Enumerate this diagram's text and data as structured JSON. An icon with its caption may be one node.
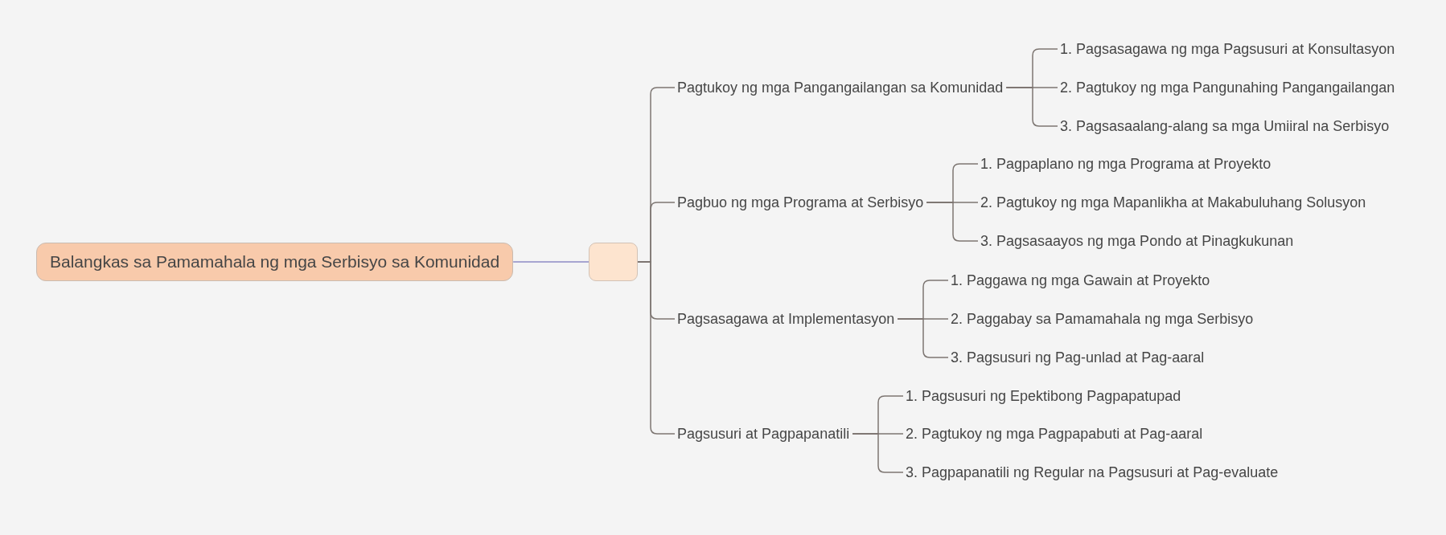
{
  "diagram": {
    "nodes": [
      {
        "text": [
          "Balangkas sa Pamamahala ng mga Serbisyo sa Komunidad"
        ]
      },
      {
        "text": [],
        "shape": "box"
      },
      {
        "text": [
          "Pagtukoy ng mga Pangangailangan sa Komunidad"
        ]
      },
      {
        "text": [
          "1. Pagsasagawa ng mga Pagsusuri at Konsultasyon"
        ]
      },
      {
        "text": [
          "2. Pagtukoy ng mga Pangunahing Pangangailangan"
        ]
      },
      {
        "text": [
          "3. Pagsasaalang-alang sa mga Umiiral na Serbisyo"
        ]
      },
      {
        "text": [
          "Pagbuo ng mga Programa at Serbisyo"
        ]
      },
      {
        "text": [
          "1. Pagpaplano ng mga Programa at Proyekto"
        ]
      },
      {
        "text": [
          "2. Pagtukoy ng mga Mapanlikha at Makabuluhang Solusyon"
        ]
      },
      {
        "text": [
          "3. Pagsasaayos ng mga Pondo at Pinagkukunan"
        ]
      },
      {
        "text": [
          "Pagsasagawa at Implementasyon"
        ]
      },
      {
        "text": [
          "1. Paggawa ng mga Gawain at Proyekto"
        ]
      },
      {
        "text": [
          "2. Paggabay sa Pamamahala ng mga Serbisyo"
        ]
      },
      {
        "text": [
          "3. Pagsusuri ng Pag-unlad at Pag-aaral"
        ]
      },
      {
        "text": [
          "Pagsusuri at Pagpapanatili"
        ]
      },
      {
        "text": [
          "1. Pagsusuri ng Epektibong Pagpapatupad"
        ]
      },
      {
        "text": [
          "2. Pagtukoy ng mga Pagpapabuti at Pag-aaral"
        ]
      },
      {
        "text": [
          "3. Pagpapanatili ng Regular na Pagsusuri at Pag-evaluate"
        ]
      }
    ],
    "edges": [
      {
        "from": 0,
        "to": 1,
        "arrow": "none",
        "color": "#8e8bc6"
      },
      {
        "from": 1,
        "to": 2,
        "arrow": "none"
      },
      {
        "from": 1,
        "to": 6,
        "arrow": "none"
      },
      {
        "from": 1,
        "to": 10,
        "arrow": "none"
      },
      {
        "from": 1,
        "to": 14,
        "arrow": "none"
      },
      {
        "from": 2,
        "to": 3,
        "arrow": "none"
      },
      {
        "from": 2,
        "to": 4,
        "arrow": "none"
      },
      {
        "from": 2,
        "to": 5,
        "arrow": "none"
      },
      {
        "from": 6,
        "to": 7,
        "arrow": "none"
      },
      {
        "from": 6,
        "to": 8,
        "arrow": "none"
      },
      {
        "from": 6,
        "to": 9,
        "arrow": "none"
      },
      {
        "from": 10,
        "to": 11,
        "arrow": "none"
      },
      {
        "from": 10,
        "to": 12,
        "arrow": "none"
      },
      {
        "from": 10,
        "to": 13,
        "arrow": "none"
      },
      {
        "from": 14,
        "to": 15,
        "arrow": "none"
      },
      {
        "from": 14,
        "to": 16,
        "arrow": "none"
      },
      {
        "from": 14,
        "to": 17,
        "arrow": "none"
      }
    ]
  }
}
